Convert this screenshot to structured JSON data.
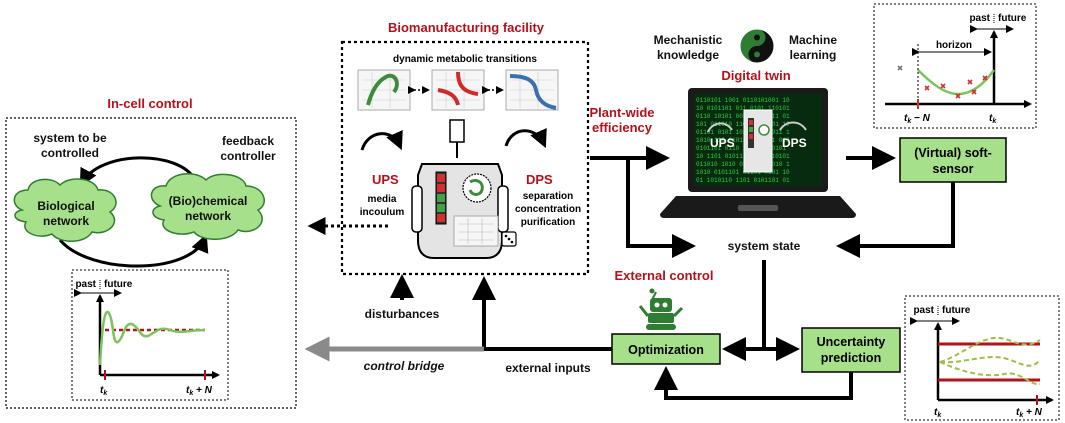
{
  "titles": {
    "in_cell": "In-cell control",
    "facility": "Biomanufacturing facility",
    "digital_twin": "Digital twin",
    "plant_wide_1": "Plant-wide",
    "plant_wide_2": "efficiency",
    "external_control": "External control"
  },
  "in_cell": {
    "system_1": "system to be",
    "system_2": "controlled",
    "feedback_1": "feedback",
    "feedback_2": "controller",
    "bio_net_1": "Biological",
    "bio_net_2": "network",
    "chem_net_1": "(Bio)chemical",
    "chem_net_2": "network",
    "plot_past": "past",
    "plot_future": "future",
    "plot_tk": "t",
    "plot_tk_sub": "k",
    "plot_tkN": "t",
    "plot_tkN_sub": "k",
    "plot_tkN_suffix": " + N"
  },
  "facility": {
    "transitions": "dynamic metabolic transitions",
    "ups": "UPS",
    "ups_1": "media",
    "ups_2": "incoulum",
    "dps": "DPS",
    "dps_1": "separation",
    "dps_2": "concentration",
    "dps_3": "purification"
  },
  "twin": {
    "mech_1": "Mechanistic",
    "mech_2": "knowledge",
    "ml_1": "Machine",
    "ml_2": "learning",
    "screen_ups": "UPS",
    "screen_dps": "DPS",
    "soft_sensor_1": "(Virtual) soft-",
    "soft_sensor_2": "sensor",
    "system_state": "system state",
    "past": "past",
    "future": "future",
    "horizon": "horizon",
    "tkN": "t",
    "tkN_sub": "k",
    "tkN_suffix": " − N",
    "tk": "t",
    "tk_sub": "k"
  },
  "control": {
    "disturbances": "disturbances",
    "control_bridge": "control bridge",
    "external_inputs": "external inputs",
    "optimization": "Optimization",
    "uncertainty_1": "Uncertainty",
    "uncertainty_2": "prediction",
    "past": "past",
    "future": "future",
    "tk": "t",
    "tk_sub": "k",
    "tkN": "t",
    "tkN_sub": "k",
    "tkN_suffix": " + N"
  },
  "colors": {
    "green_fill": "#a6e08a",
    "green_stroke": "#2e7d32",
    "red": "#b3121b",
    "gray_arrow": "#8a8a8a",
    "laptop": "#1a1a1a"
  }
}
